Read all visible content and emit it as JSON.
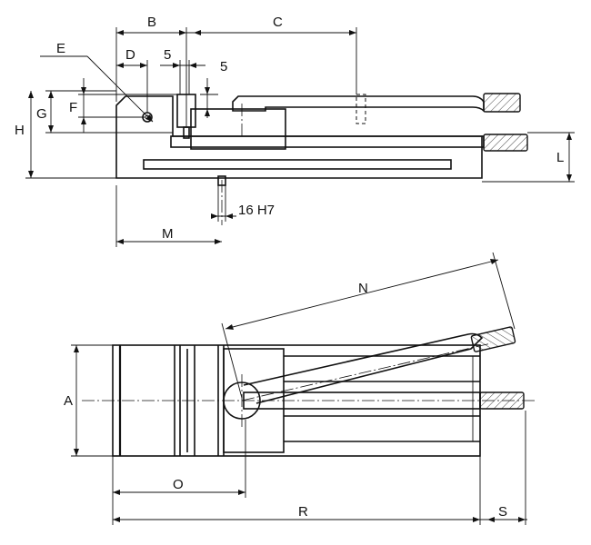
{
  "labels": {
    "B": "B",
    "C": "C",
    "D": "D",
    "E": "E",
    "F": "F",
    "G": "G",
    "H": "H",
    "L": "L",
    "M": "M",
    "N": "N",
    "O": "O",
    "R": "R",
    "S": "S",
    "A": "A",
    "dim5a": "5",
    "dim5b": "5",
    "slot": "16 H7"
  }
}
